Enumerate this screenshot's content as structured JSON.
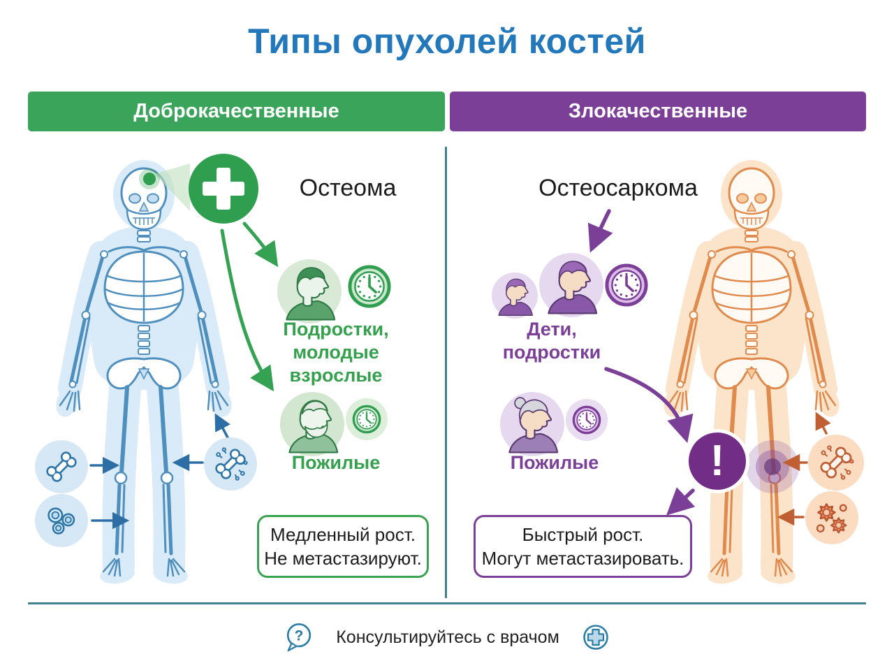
{
  "title": "Типы опухолей костей",
  "colors": {
    "title_blue": "#2278bb",
    "benign_green": "#3aa45a",
    "malignant_purple": "#7b3f97",
    "divider_teal": "#41808f",
    "skeleton_blue": "#4f8fbe",
    "skeleton_orange": "#e08a4e"
  },
  "benign": {
    "header": "Доброкачественные",
    "tumor_name": "Остеома",
    "age_primary_line1": "Подростки,",
    "age_primary_line2": "молодые взрослые",
    "age_secondary": "Пожилые",
    "note_line1": "Медленный рост.",
    "note_line2": "Не метастазируют."
  },
  "malignant": {
    "header": "Злокачественные",
    "tumor_name": "Остеосаркома",
    "age_primary_line1": "Дети,",
    "age_primary_line2": "подростки",
    "age_secondary": "Пожилые",
    "note_line1": "Быстрый рост.",
    "note_line2": "Могут метастазировать."
  },
  "footer": {
    "advice": "Консультируйтесь с врачом"
  },
  "icons": {
    "exclamation": "!",
    "question": "?"
  }
}
